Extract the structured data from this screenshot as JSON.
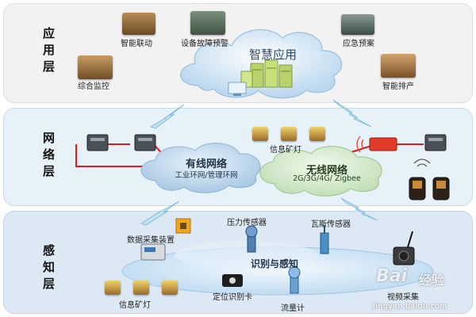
{
  "layers": {
    "application": "应用层",
    "network": "网络层",
    "perception": "感知层"
  },
  "application": {
    "cloud_title": "智慧应用",
    "items": [
      "智能联动",
      "设备故障预警",
      "应急预案",
      "综合监控",
      "智能排产"
    ]
  },
  "network": {
    "wired_title": "有线网络",
    "wired_sub": "工业环网/管理环网",
    "wireless_title": "无线网络",
    "wireless_sub": "2G/3G/4G/ Zigbee",
    "miner_lamp": "信息矿灯"
  },
  "perception": {
    "cloud_title": "识别与感知",
    "items": [
      "数据采集装置",
      "压力传感器",
      "瓦斯传感器",
      "信息矿灯",
      "定位识别卡",
      "流量计",
      "视频采集"
    ]
  },
  "watermark": {
    "line1": "Bai",
    "line2": "经验",
    "line3": "jingyan.baidu.com"
  },
  "colors": {
    "link_red": "#d81e1e",
    "lightning": "#bfe3f2",
    "cloud_app": "#cfe3f3",
    "cloud_wired": "#c6dcef",
    "cloud_wireless": "#d9ecd2",
    "cloud_sense": "#d2e6f5"
  }
}
